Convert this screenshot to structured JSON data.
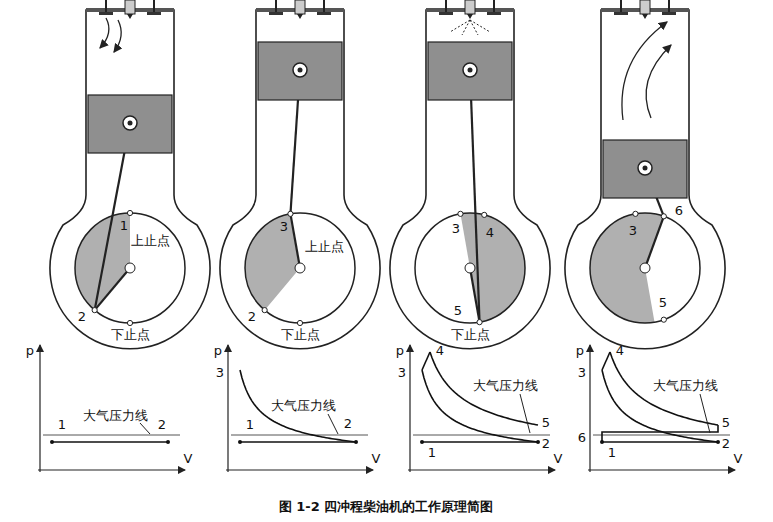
{
  "diagram": {
    "caption": "图 1-2 四冲程柴油机的工作原理简图",
    "labels": [
      "上止点",
      "1",
      "2",
      "下止点",
      "上止点",
      "3",
      "2",
      "下止点",
      "3",
      "4",
      "5",
      "下止点",
      "6",
      "3",
      "5",
      "p",
      "大气压力线",
      "1",
      "2",
      "V",
      "p",
      "3",
      "大气压力线",
      "1",
      "2",
      "V",
      "p",
      "4",
      "3",
      "大气压力线",
      "2",
      "5",
      "1",
      "V",
      "p",
      "4",
      "3",
      "大气压力线",
      "5",
      "2",
      "1",
      "6",
      "V"
    ]
  }
}
